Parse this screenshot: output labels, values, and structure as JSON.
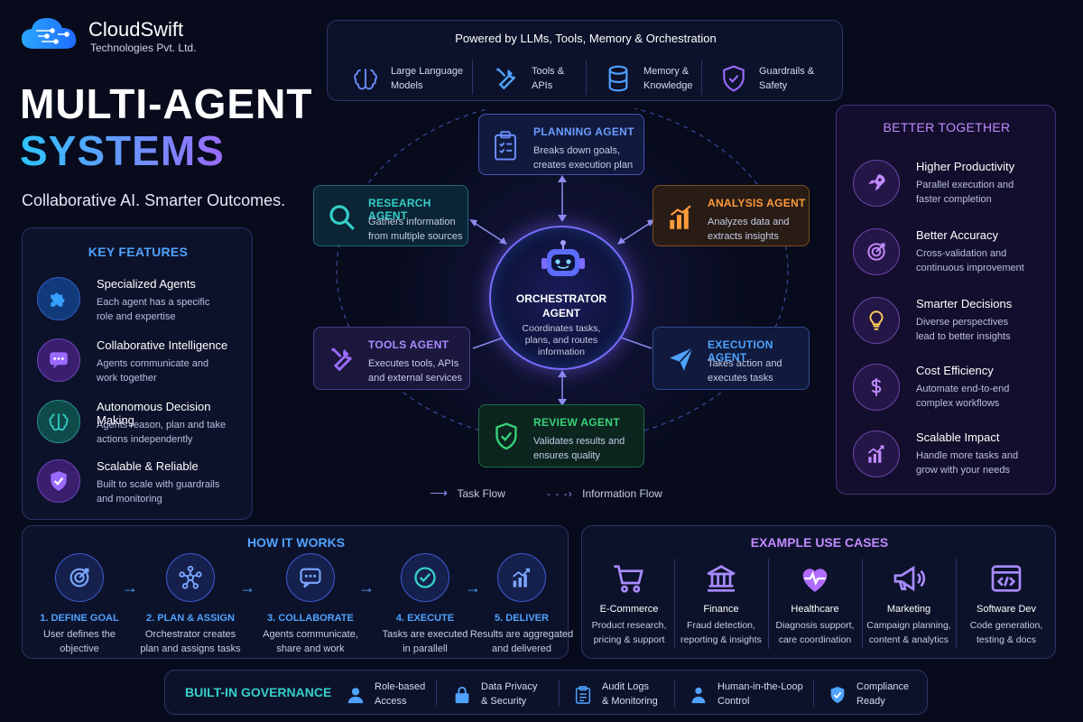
{
  "brand": {
    "name": "CloudSwift",
    "sub": "Technologies Pvt. Ltd."
  },
  "hero": {
    "line1": "MULTI-AGENT",
    "line2": "SYSTEMS",
    "tagline": "Collaborative AI. Smarter Outcomes."
  },
  "powered": {
    "title": "Powered by LLMs, Tools, Memory & Orchestration",
    "items": [
      {
        "line1": "Large Language",
        "line2": "Models",
        "icon": "brain-icon"
      },
      {
        "line1": "Tools &",
        "line2": "APIs",
        "icon": "tools-icon"
      },
      {
        "line1": "Memory &",
        "line2": "Knowledge",
        "icon": "database-icon"
      },
      {
        "line1": "Guardrails &",
        "line2": "Safety",
        "icon": "shield-icon"
      }
    ]
  },
  "features": {
    "title": "KEY FEATURES",
    "items": [
      {
        "title": "Specialized Agents",
        "line1": "Each agent has a specific",
        "line2": "role and expertise",
        "icon": "puzzle-icon"
      },
      {
        "title": "Collaborative Intelligence",
        "line1": "Agents communicate and",
        "line2": "work together",
        "icon": "chat-icon"
      },
      {
        "title": "Autonomous Decision Making",
        "line1": "Agents reason, plan and take",
        "line2": "actions independently",
        "icon": "brain-icon"
      },
      {
        "title": "Scalable & Reliable",
        "line1": "Built to scale with guardrails",
        "line2": "and monitoring",
        "icon": "shield-check-icon"
      }
    ]
  },
  "agents": {
    "planning": {
      "title": "PLANNING AGENT",
      "line1": "Breaks down goals,",
      "line2": "creates execution plan"
    },
    "research": {
      "title": "RESEARCH AGENT",
      "line1": "Gathers information",
      "line2": "from multiple sources"
    },
    "analysis": {
      "title": "ANALYSIS AGENT",
      "line1": "Analyzes data and",
      "line2": "extracts insights"
    },
    "tools": {
      "title": "TOOLS AGENT",
      "line1": "Executes tools, APIs",
      "line2": "and external services"
    },
    "execution": {
      "title": "EXECUTION AGENT",
      "line1": "Takes action and",
      "line2": "executes tasks"
    },
    "review": {
      "title": "REVIEW AGENT",
      "line1": "Validates results and",
      "line2": "ensures quality"
    },
    "orchestrator": {
      "title1": "ORCHESTRATOR",
      "title2": "AGENT",
      "line1": "Coordinates tasks,",
      "line2": "plans, and routes",
      "line3": "information"
    }
  },
  "legend": {
    "task": "Task Flow",
    "info": "Information Flow"
  },
  "better": {
    "title": "BETTER TOGETHER",
    "items": [
      {
        "title": "Higher Productivity",
        "line1": "Parallel execution and",
        "line2": "faster completion",
        "icon": "rocket-icon"
      },
      {
        "title": "Better Accuracy",
        "line1": "Cross-validation and",
        "line2": "continuous improvement",
        "icon": "target-icon"
      },
      {
        "title": "Smarter Decisions",
        "line1": "Diverse perspectives",
        "line2": "lead to better insights",
        "icon": "lightbulb-icon"
      },
      {
        "title": "Cost Efficiency",
        "line1": "Automate end-to-end",
        "line2": "complex workflows",
        "icon": "dollar-icon"
      },
      {
        "title": "Scalable Impact",
        "line1": "Handle more tasks and",
        "line2": "grow with your needs",
        "icon": "growth-chart-icon"
      }
    ]
  },
  "how": {
    "title": "HOW IT WORKS",
    "steps": [
      {
        "title": "1. DEFINE GOAL",
        "line1": "User defines the",
        "line2": "objective",
        "icon": "target-icon"
      },
      {
        "title": "2. PLAN & ASSIGN",
        "line1": "Orchestrator creates",
        "line2": "plan and assigns tasks",
        "icon": "network-icon"
      },
      {
        "title": "3. COLLABORATE",
        "line1": "Agents communicate,",
        "line2": "share and work",
        "icon": "chat-icon"
      },
      {
        "title": "4. EXECUTE",
        "line1": "Tasks are executed",
        "line2": "in parallell",
        "icon": "check-circle-icon"
      },
      {
        "title": "5. DELIVER",
        "line1": "Results are aggregated",
        "line2": "and delivered",
        "icon": "chart-icon"
      }
    ]
  },
  "usecases": {
    "title": "EXAMPLE USE CASES",
    "items": [
      {
        "title": "E-Commerce",
        "line1": "Product research,",
        "line2": "pricing & support",
        "icon": "cart-icon"
      },
      {
        "title": "Finance",
        "line1": "Fraud detection,",
        "line2": "reporting & insights",
        "icon": "bank-icon"
      },
      {
        "title": "Healthcare",
        "line1": "Diagnosis support,",
        "line2": "care coordination",
        "icon": "heart-pulse-icon"
      },
      {
        "title": "Marketing",
        "line1": "Campaign planning,",
        "line2": "content & analytics",
        "icon": "megaphone-icon"
      },
      {
        "title": "Software Dev",
        "line1": "Code generation,",
        "line2": "testing & docs",
        "icon": "code-icon"
      }
    ]
  },
  "governance": {
    "title": "BUILT-IN GOVERNANCE",
    "items": [
      {
        "line1": "Role-based",
        "line2": "Access",
        "icon": "user-icon"
      },
      {
        "line1": "Data Privacy",
        "line2": "& Security",
        "icon": "lock-icon"
      },
      {
        "line1": "Audit Logs",
        "line2": "& Monitoring",
        "icon": "clipboard-icon"
      },
      {
        "line1": "Human-in-the-Loop",
        "line2": "Control",
        "icon": "person-icon"
      },
      {
        "line1": "Compliance",
        "line2": "Ready",
        "icon": "shield-check-icon"
      }
    ]
  },
  "colors": {
    "accent_blue": "#4fa3ff",
    "accent_purple": "#9b6bff",
    "orange": "#ff9a3c",
    "green": "#38d27a",
    "teal": "#35d0c8"
  }
}
